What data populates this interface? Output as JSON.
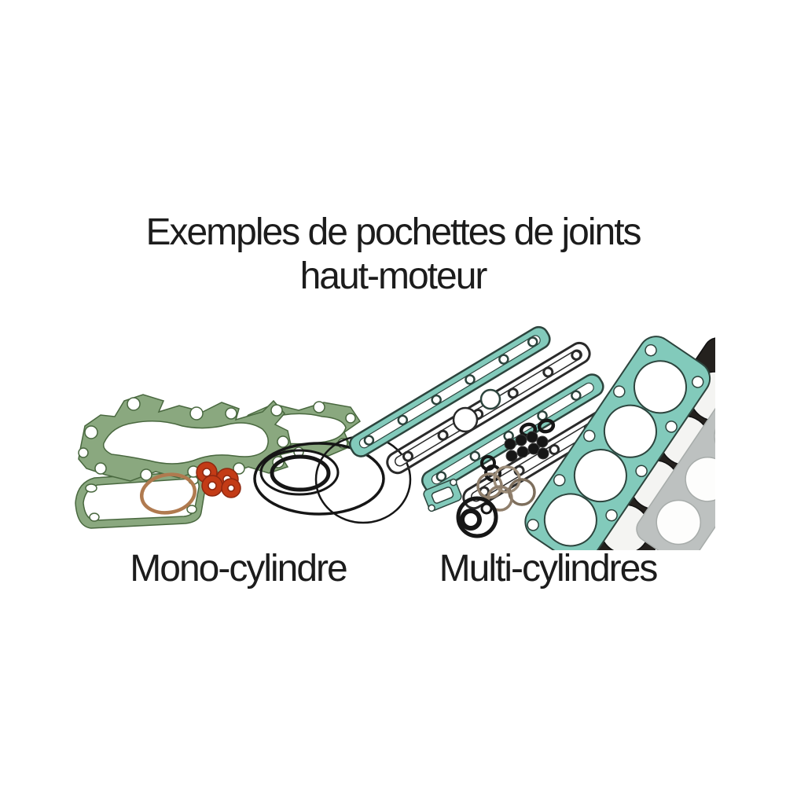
{
  "page": {
    "title_line1": "Exemples de pochettes de joints",
    "title_line2": "haut-moteur"
  },
  "figures": {
    "mono": {
      "label": "Mono-cylindre"
    },
    "multi": {
      "label": "Multi-cylindres"
    }
  },
  "colors": {
    "background": "#ffffff",
    "text": "#1c1c1c",
    "gasket_green": "#8aa87f",
    "gasket_green_dark": "#49683f",
    "gasket_teal": "#82cabb",
    "gasket_teal_dark": "#2c443d",
    "outline_black": "#2a2a2a",
    "washer_orange": "#c33b16",
    "washer_orange_dark": "#8e2810",
    "copper_ring": "#b07a4f",
    "rubber_black": "#161616",
    "metal_ring": "#8f7e6b",
    "metal_gray": "#bdc1c0",
    "metal_gray_dark": "#a7acaa",
    "dark_gasket": "#24211e",
    "bore_white": "#f4f4f2"
  }
}
